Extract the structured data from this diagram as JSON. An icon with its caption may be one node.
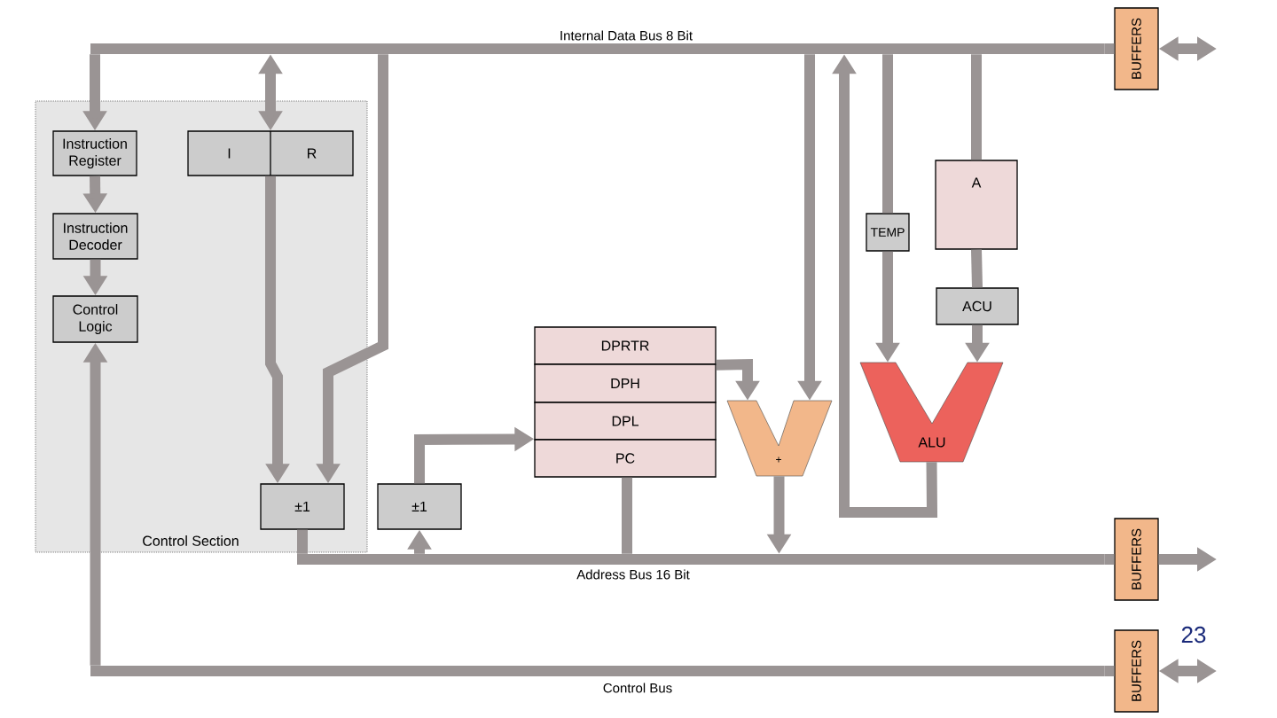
{
  "diagram": {
    "nodes": [
      {
        "text": [
          "Control Section"
        ]
      },
      {
        "text": [
          "Instruction Register"
        ],
        "in": 0
      },
      {
        "text": [
          "I",
          "R"
        ],
        "in": 0
      },
      {
        "text": [
          "Instruction Decoder"
        ],
        "in": 0
      },
      {
        "text": [
          "Control Logic"
        ],
        "in": 0
      },
      {
        "text": [
          "±1"
        ],
        "in": 0
      },
      {
        "text": [
          "±1"
        ]
      },
      {
        "text": [
          "DPRTR"
        ]
      },
      {
        "text": [
          "DPH"
        ]
      },
      {
        "text": [
          "DPL"
        ]
      },
      {
        "text": [
          "PC"
        ]
      },
      {
        "text": [
          "+"
        ]
      },
      {
        "text": [
          "TEMP"
        ]
      },
      {
        "text": [
          "A"
        ]
      },
      {
        "text": [
          "ACU"
        ]
      },
      {
        "text": [
          "ALU"
        ]
      },
      {
        "text": [
          "BUFFERS"
        ]
      },
      {
        "text": [
          "BUFFERS"
        ]
      },
      {
        "text": [
          "BUFFERS"
        ]
      },
      {
        "text": [
          "Internal Data Bus 8 Bit"
        ]
      },
      {
        "text": [
          "Address Bus 16 Bit"
        ]
      },
      {
        "text": [
          "Control Bus"
        ]
      }
    ],
    "edges": [
      {
        "from": 19,
        "to": 1,
        "arrow": "to"
      },
      {
        "from": 19,
        "to": 2,
        "arrow": "both"
      },
      {
        "from": 1,
        "to": 3,
        "arrow": "to"
      },
      {
        "from": 3,
        "to": 4,
        "arrow": "to"
      },
      {
        "from": 21,
        "to": 4,
        "arrow": "to"
      },
      {
        "from": 2,
        "to": 5,
        "arrow": "to"
      },
      {
        "from": 19,
        "to": 5,
        "arrow": "to"
      },
      {
        "from": 5,
        "to": 20,
        "arrow": "none"
      },
      {
        "from": 20,
        "to": 6,
        "arrow": "to"
      },
      {
        "from": 6,
        "to": 10,
        "arrow": "to"
      },
      {
        "from": 10,
        "to": 20,
        "arrow": "none"
      },
      {
        "from": 7,
        "to": 11,
        "arrow": "to"
      },
      {
        "from": 19,
        "to": 11,
        "arrow": "to"
      },
      {
        "from": 11,
        "to": 20,
        "arrow": "to"
      },
      {
        "from": 19,
        "to": 12,
        "arrow": "none"
      },
      {
        "from": 12,
        "to": 15,
        "arrow": "to"
      },
      {
        "from": 19,
        "to": 13,
        "arrow": "none"
      },
      {
        "from": 13,
        "to": 14,
        "arrow": "none"
      },
      {
        "from": 14,
        "to": 15,
        "arrow": "to"
      },
      {
        "from": 15,
        "to": 19,
        "arrow": "to"
      },
      {
        "from": 19,
        "to": 16,
        "arrow": "none"
      },
      {
        "from": 16,
        "to": null,
        "arrow": "both"
      },
      {
        "from": 20,
        "to": 17,
        "arrow": "none"
      },
      {
        "from": 17,
        "to": null,
        "arrow": "to"
      },
      {
        "from": 21,
        "to": 18,
        "arrow": "none"
      },
      {
        "from": 18,
        "to": null,
        "arrow": "both"
      }
    ],
    "labels": [
      "23"
    ]
  }
}
